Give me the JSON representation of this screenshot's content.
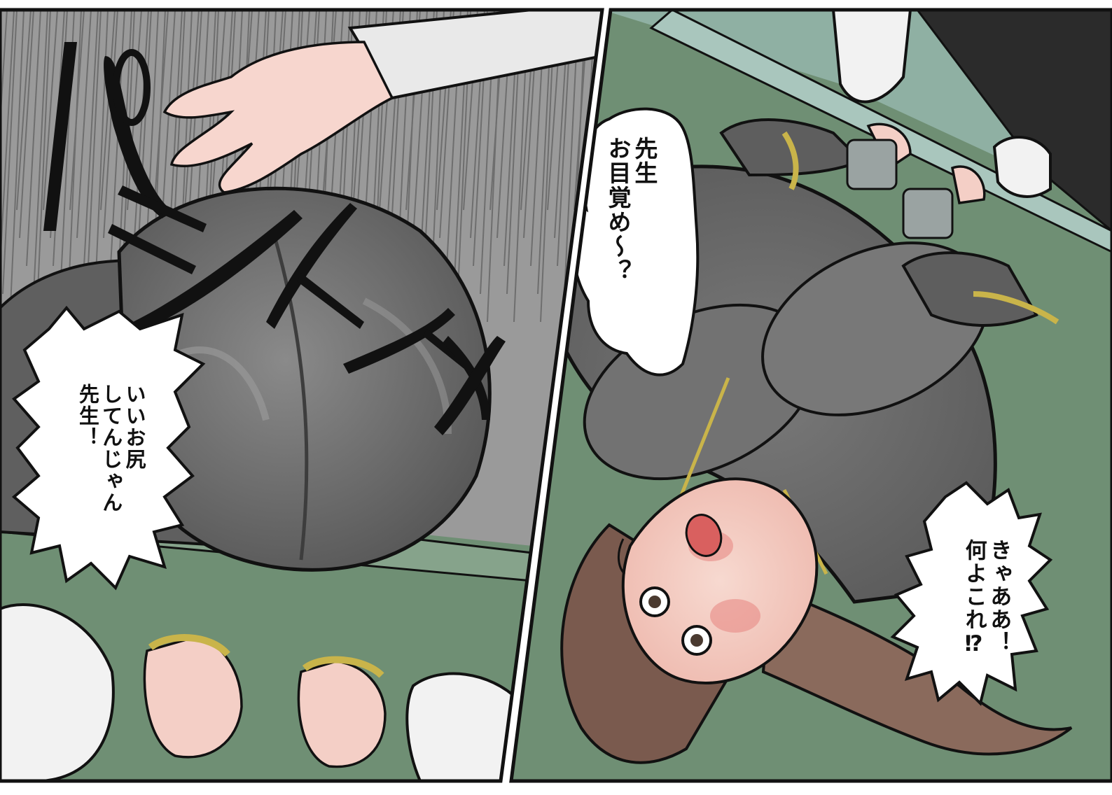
{
  "panels": {
    "left": {
      "sfx": [
        "パ",
        "ン",
        "ッ",
        "ツ"
      ],
      "speech_burst": {
        "lines": [
          "いいお尻",
          "してんじゃん",
          "先生！"
        ]
      }
    },
    "right": {
      "speech_bubble": {
        "lines": [
          "先生",
          "お目覚め～？"
        ]
      },
      "speech_burst": {
        "lines": [
          "きゃああ！",
          "何よこれ⁉"
        ]
      }
    }
  },
  "colors": {
    "gutter": "#ffffff",
    "line_art": "#111111",
    "speed_lines_bg": "#9a9a9a",
    "uniform_gray": "#6d6d6d",
    "floor_green": "#6f8f74",
    "mat_green": "#7f9e86",
    "skin": "#f4cfc6",
    "blush": "#e88a86",
    "hair_brown": "#7a5a4e",
    "gold_trim": "#c9b44a"
  }
}
